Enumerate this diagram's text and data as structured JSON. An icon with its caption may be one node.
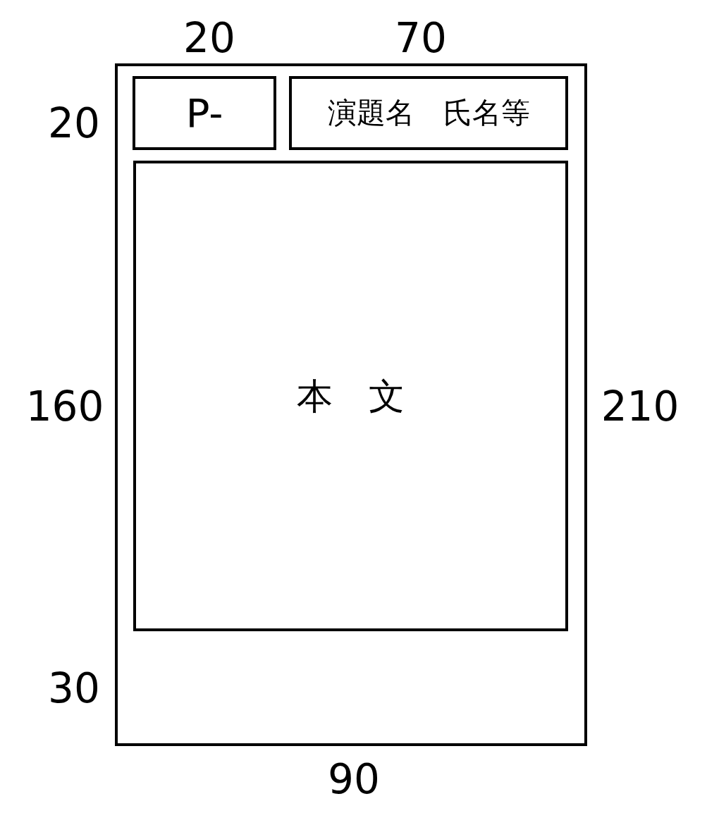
{
  "diagram": {
    "nodes": [
      {
        "text": [],
        "shape": "box"
      },
      {
        "text": [
          "P-"
        ],
        "in": 0
      },
      {
        "text": [
          "演題名　氏名等"
        ],
        "in": 0
      },
      {
        "text": [
          "本　文"
        ],
        "in": 0
      }
    ],
    "labels": [
      "20",
      "70",
      "20",
      "160",
      "210",
      "30",
      "90"
    ]
  }
}
